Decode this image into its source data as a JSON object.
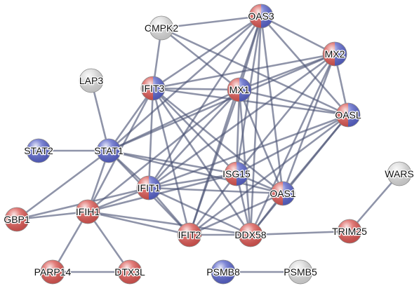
{
  "colors": {
    "red": "#d9534f",
    "blue": "#5560c8",
    "gray": "#d8d8d8",
    "edge": "#4a5275"
  },
  "nodes": [
    {
      "id": "OAS3",
      "label": "OAS3",
      "colors": [
        "red",
        "blue"
      ]
    },
    {
      "id": "CMPK2",
      "label": "CMPK2",
      "colors": [
        "gray"
      ]
    },
    {
      "id": "MX2",
      "label": "MX2",
      "colors": [
        "red",
        "blue"
      ]
    },
    {
      "id": "LAP3",
      "label": "LAP3",
      "colors": [
        "gray"
      ]
    },
    {
      "id": "IFIT3",
      "label": "IFIT3",
      "colors": [
        "red",
        "blue"
      ]
    },
    {
      "id": "MX1",
      "label": "MX1",
      "colors": [
        "red",
        "blue"
      ]
    },
    {
      "id": "OASL",
      "label": "OASL",
      "colors": [
        "red",
        "blue"
      ]
    },
    {
      "id": "STAT2",
      "label": "STAT2",
      "colors": [
        "blue"
      ]
    },
    {
      "id": "STAT1",
      "label": "STAT1",
      "colors": [
        "blue"
      ]
    },
    {
      "id": "WARS",
      "label": "WARS",
      "colors": [
        "gray"
      ]
    },
    {
      "id": "ISG15",
      "label": "ISG15",
      "colors": [
        "red",
        "blue"
      ]
    },
    {
      "id": "IFIT1",
      "label": "IFIT1",
      "colors": [
        "red",
        "blue"
      ]
    },
    {
      "id": "OAS1",
      "label": "OAS1",
      "colors": [
        "red",
        "blue"
      ]
    },
    {
      "id": "GBP1",
      "label": "GBP1",
      "colors": [
        "red"
      ]
    },
    {
      "id": "IFIH1",
      "label": "IFIH1",
      "colors": [
        "red"
      ]
    },
    {
      "id": "IFIT2",
      "label": "IFIT2",
      "colors": [
        "red"
      ]
    },
    {
      "id": "DDX58",
      "label": "DDX58",
      "colors": [
        "red"
      ]
    },
    {
      "id": "TRIM25",
      "label": "TRIM25",
      "colors": [
        "red"
      ]
    },
    {
      "id": "PARP14",
      "label": "PARP14",
      "colors": [
        "red"
      ]
    },
    {
      "id": "DTX3L",
      "label": "DTX3L",
      "colors": [
        "red"
      ]
    },
    {
      "id": "PSMB8",
      "label": "PSMB8",
      "colors": [
        "blue"
      ]
    },
    {
      "id": "PSMB5",
      "label": "PSMB5",
      "colors": [
        "gray"
      ]
    }
  ],
  "edges": [
    [
      "CMPK2",
      "IFIT3"
    ],
    [
      "CMPK2",
      "MX1"
    ],
    [
      "CMPK2",
      "OASL"
    ],
    [
      "CMPK2",
      "OAS3"
    ],
    [
      "LAP3",
      "STAT1"
    ],
    [
      "STAT2",
      "STAT1"
    ],
    [
      "STAT1",
      "IFIT3"
    ],
    [
      "STAT1",
      "MX1"
    ],
    [
      "STAT1",
      "OAS3"
    ],
    [
      "STAT1",
      "IFIT1"
    ],
    [
      "STAT1",
      "ISG15"
    ],
    [
      "STAT1",
      "GBP1"
    ],
    [
      "STAT1",
      "IFIH1"
    ],
    [
      "STAT1",
      "IFIT2"
    ],
    [
      "STAT1",
      "OAS1"
    ],
    [
      "STAT1",
      "MX2"
    ],
    [
      "IFIT3",
      "MX1"
    ],
    [
      "IFIT3",
      "OAS3"
    ],
    [
      "IFIT3",
      "OASL"
    ],
    [
      "IFIT3",
      "MX2"
    ],
    [
      "IFIT3",
      "IFIT1"
    ],
    [
      "IFIT3",
      "ISG15"
    ],
    [
      "IFIT3",
      "OAS1"
    ],
    [
      "IFIT3",
      "IFIT2"
    ],
    [
      "IFIT3",
      "DDX58"
    ],
    [
      "IFIT3",
      "IFIH1"
    ],
    [
      "MX1",
      "OAS3"
    ],
    [
      "MX1",
      "MX2"
    ],
    [
      "MX1",
      "OASL"
    ],
    [
      "MX1",
      "IFIT1"
    ],
    [
      "MX1",
      "ISG15"
    ],
    [
      "MX1",
      "OAS1"
    ],
    [
      "MX1",
      "IFIT2"
    ],
    [
      "MX1",
      "DDX58"
    ],
    [
      "MX1",
      "IFIH1"
    ],
    [
      "OAS3",
      "MX2"
    ],
    [
      "OAS3",
      "OASL"
    ],
    [
      "OAS3",
      "ISG15"
    ],
    [
      "OAS3",
      "OAS1"
    ],
    [
      "OAS3",
      "IFIT1"
    ],
    [
      "OAS3",
      "DDX58"
    ],
    [
      "OAS3",
      "IFIT2"
    ],
    [
      "MX2",
      "OASL"
    ],
    [
      "MX2",
      "ISG15"
    ],
    [
      "MX2",
      "OAS1"
    ],
    [
      "MX2",
      "IFIT1"
    ],
    [
      "MX2",
      "DDX58"
    ],
    [
      "OASL",
      "ISG15"
    ],
    [
      "OASL",
      "OAS1"
    ],
    [
      "OASL",
      "IFIT1"
    ],
    [
      "OASL",
      "DDX58"
    ],
    [
      "OASL",
      "IFIT2"
    ],
    [
      "ISG15",
      "IFIT1"
    ],
    [
      "ISG15",
      "OAS1"
    ],
    [
      "ISG15",
      "IFIT2"
    ],
    [
      "ISG15",
      "DDX58"
    ],
    [
      "ISG15",
      "IFIH1"
    ],
    [
      "IFIT1",
      "OAS1"
    ],
    [
      "IFIT1",
      "IFIT2"
    ],
    [
      "IFIT1",
      "DDX58"
    ],
    [
      "IFIT1",
      "IFIH1"
    ],
    [
      "IFIT1",
      "GBP1"
    ],
    [
      "OAS1",
      "IFIT2"
    ],
    [
      "OAS1",
      "DDX58"
    ],
    [
      "IFIT2",
      "DDX58"
    ],
    [
      "IFIT2",
      "IFIH1"
    ],
    [
      "IFIH1",
      "GBP1"
    ],
    [
      "IFIH1",
      "DDX58"
    ],
    [
      "IFIH1",
      "PARP14"
    ],
    [
      "IFIH1",
      "DTX3L"
    ],
    [
      "DDX58",
      "TRIM25"
    ],
    [
      "TRIM25",
      "WARS"
    ],
    [
      "PARP14",
      "DTX3L"
    ],
    [
      "PSMB8",
      "PSMB5"
    ]
  ]
}
